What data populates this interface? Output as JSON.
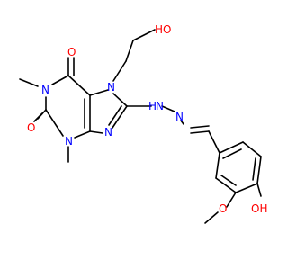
{
  "colors": {
    "background": "#ffffff",
    "bond": "#000000",
    "oxygen": "#ff0000",
    "nitrogen": "#0000ff",
    "hydrogen_on_oxygen": "#ff0000",
    "hydrogen_on_nitrogen": "#0000ff"
  },
  "atoms": {
    "o_top_hydroxyl": "HO",
    "n7": "N",
    "o_c6_carbonyl": "O",
    "n1": "N",
    "n9": "N",
    "hydrazine_nh": "H",
    "hydrazine_n_left": "N",
    "hydrazine_n_right": "N",
    "o_c2_carbonyl": "O",
    "n3": "N",
    "o_methoxy": "O",
    "o_phenol": "OH"
  }
}
